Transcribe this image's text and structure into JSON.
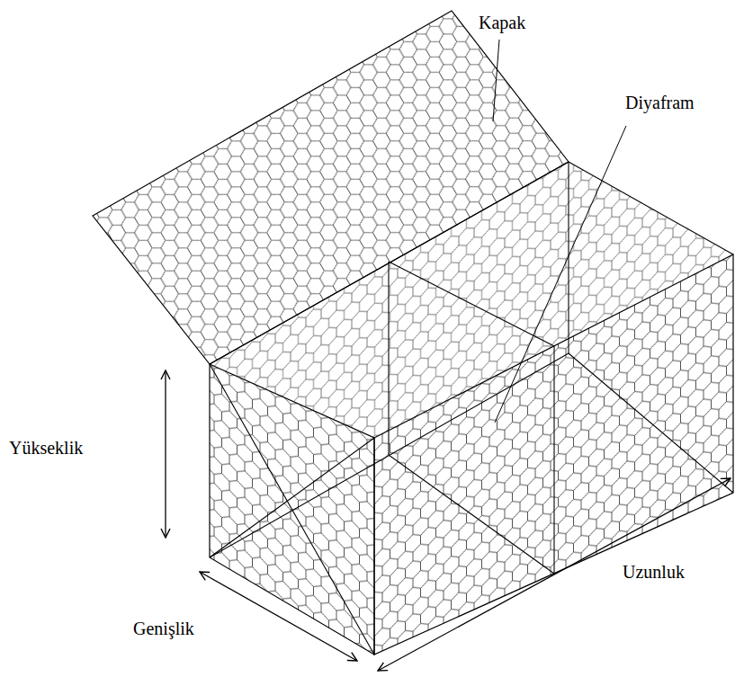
{
  "diagram": {
    "labels": [
      "Kapak",
      "Diyafram",
      "Yükseklik",
      "Genişlik",
      "Uzunluk"
    ]
  }
}
